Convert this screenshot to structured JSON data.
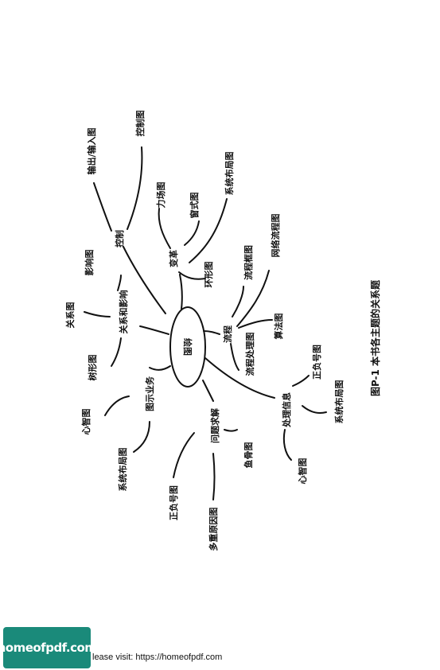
{
  "diagram": {
    "center": "绘图",
    "caption": "图P-1 本书各主题的关系题",
    "nodes": {
      "control": "控制",
      "io_chart": "输出/输入图",
      "control_chart": "控制图",
      "change": "变革",
      "force_field": "力场图",
      "window_chart": "窗式图",
      "system_layout_a": "系统布局图",
      "ring_chart": "环形图",
      "relation_impact": "关系和影响",
      "impact_chart": "影响图",
      "relation_chart": "关系图",
      "tree_chart": "树形图",
      "process": "流程",
      "flowchart": "流程框图",
      "network_flow": "网络流程图",
      "algorithm_chart": "算法图",
      "process_handling": "流程处理图",
      "biz_graphic": "图示业务",
      "mind_map_a": "心智图",
      "system_layout_b": "系统布局图",
      "problem_solving": "问题求解",
      "fishbone": "鱼骨图",
      "plus_minus_a": "正负号图",
      "multi_cause": "多重原因图",
      "info_handling": "处理信息",
      "plus_minus_b": "正负号图",
      "system_layout_c": "系统布局图",
      "mind_map_b": "心智图"
    }
  },
  "watermark": {
    "logo_text": "homeofpdf.com",
    "visit_text": "lease visit: https://homeofpdf.com"
  }
}
